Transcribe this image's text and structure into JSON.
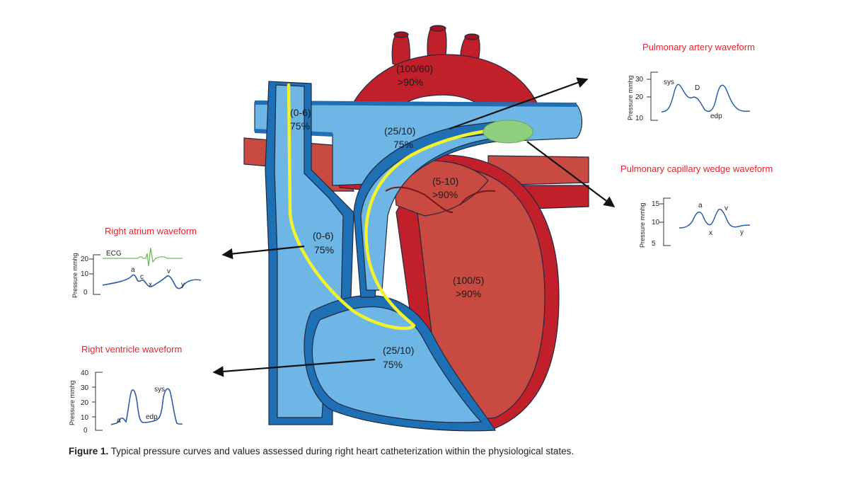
{
  "heart": {
    "labels": {
      "aorta": [
        "(100/60)",
        ">90%"
      ],
      "svc": [
        "(0-6)",
        "75%"
      ],
      "pulmonary_artery": [
        "(25/10)",
        "75%"
      ],
      "left_atrium": [
        "(5-10)",
        ">90%"
      ],
      "right_atrium": [
        "(0-6)",
        "75%"
      ],
      "left_ventricle": [
        "(100/5)",
        ">90%"
      ],
      "right_ventricle": [
        "(25/10)",
        "75%"
      ]
    },
    "colors": {
      "arterial_red": "#c1202a",
      "chamber_red": "#c94a40",
      "venous_blue": "#1f6fb5",
      "chamber_blue": "#6db6e6",
      "catheter": "#f2f22e",
      "wedge_balloon": "#8fcf7e"
    }
  },
  "waveforms": {
    "pulmonary_artery": {
      "title": "Pulmonary artery waveform",
      "ylabel": "Pressure mmhg",
      "ticks": [
        "30",
        "20",
        "10"
      ],
      "labels": {
        "sys": "sys",
        "d": "D",
        "edp": "edp"
      }
    },
    "pcwp": {
      "title": "Pulmonary capillary wedge  waveform",
      "ylabel": "Pressure mmhg",
      "ticks": [
        "15",
        "10",
        "5"
      ],
      "labels": {
        "a": "a",
        "v": "v",
        "x": "x",
        "y": "y"
      }
    },
    "right_atrium": {
      "title": "Right atrium waveform",
      "ylabel": "Pressure mmhg",
      "ticks": [
        "20",
        "10",
        "0"
      ],
      "labels": {
        "ecg": "ECG",
        "a": "a",
        "c": "c",
        "x": "x",
        "v": "v",
        "y": "y"
      }
    },
    "right_ventricle": {
      "title": "Right ventricle waveform",
      "ylabel": "Pressure mmhg",
      "ticks": [
        "40",
        "30",
        "20",
        "10",
        "0"
      ],
      "labels": {
        "a": "a",
        "edp": "edp",
        "sys": "sys"
      }
    }
  },
  "caption": {
    "bold": "Figure 1.",
    "text": " Typical pressure curves and values assessed during right heart catheterization within the physiological states."
  }
}
